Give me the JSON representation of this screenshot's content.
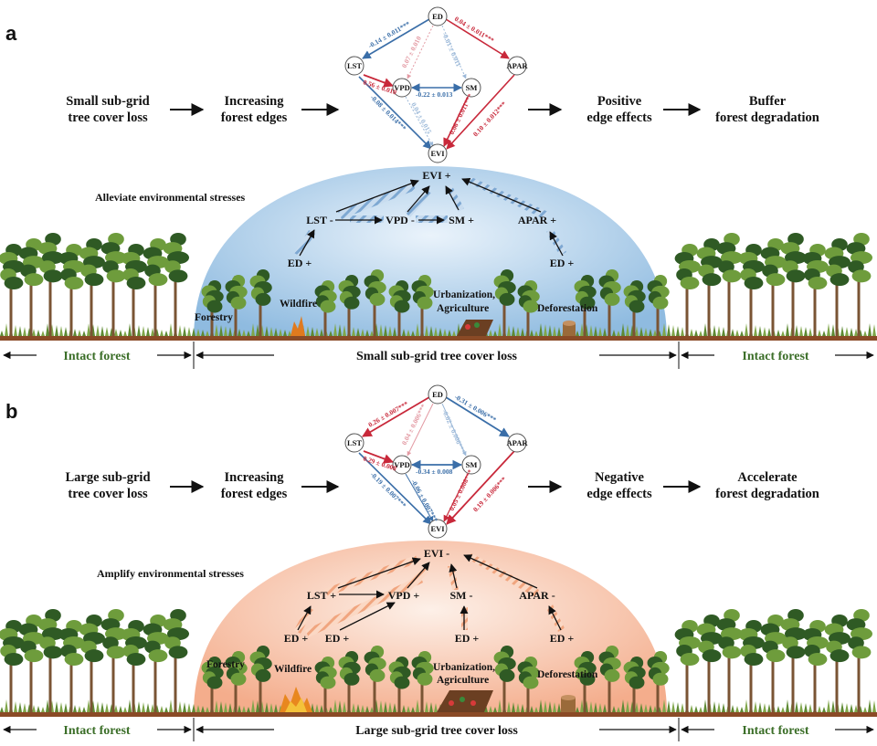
{
  "panels": [
    {
      "letter": "a",
      "flow": {
        "step1": [
          "Small sub-grid",
          "tree cover loss"
        ],
        "step2": [
          "Increasing",
          "forest edges"
        ],
        "step3": [
          "Positive",
          "edge effects"
        ],
        "step4": [
          "Buffer",
          "forest degradation"
        ]
      },
      "nodes": {
        "ed": "ED",
        "lst": "LST",
        "vpd": "VPD",
        "sm": "SM",
        "apar": "APAR",
        "evi": "EVI"
      },
      "coefs": {
        "ed_lst": "-0.14 ± 0.011***",
        "ed_apar": "0.04 ± 0.011***",
        "ed_vpd": "0.07 ± 0.010",
        "ed_sm": "-0.01 ± 0.011",
        "lst_vpd": "0.56 ± 0.010",
        "vpd_sm": "-0.22 ± 0.013",
        "lst_evi": "-0.08 ± 0.014***",
        "vpd_evi": "0.04 ± 0.015",
        "sm_evi": "0.06 ± 0.011***",
        "apar_evi": "0.10 ± 0.012***"
      },
      "mechanism_title": "Alleviate environmental stresses",
      "mech": {
        "evi": "EVI +",
        "lst": "LST -",
        "vpd": "VPD -",
        "sm": "SM +",
        "apar": "APAR +",
        "ed1": "ED +",
        "ed2": "ED +"
      },
      "disturbances": {
        "forestry": "Forestry",
        "wildfire": "Wildfire",
        "urban": [
          "Urbanization,",
          "Agriculture"
        ],
        "deforestation": "Deforestation"
      },
      "intact_left": "Intact forest",
      "loss_label": "Small sub-grid tree cover loss",
      "intact_right": "Intact forest"
    },
    {
      "letter": "b",
      "flow": {
        "step1": [
          "Large sub-grid",
          "tree cover loss"
        ],
        "step2": [
          "Increasing",
          "forest edges"
        ],
        "step3": [
          "Negative",
          "edge effects"
        ],
        "step4": [
          "Accelerate",
          "forest degradation"
        ]
      },
      "nodes": {
        "ed": "ED",
        "lst": "LST",
        "vpd": "VPD",
        "sm": "SM",
        "apar": "APAR",
        "evi": "EVI"
      },
      "coefs": {
        "ed_lst": "0.26 ± 0.007***",
        "ed_apar": "-0.31 ± 0.006***",
        "ed_vpd": "0.04 ± 0.006***",
        "ed_sm": "-0.02 ± 0.006***",
        "lst_vpd": "0.29 ± 0.008",
        "vpd_sm": "-0.34 ± 0.008",
        "lst_evi": "-0.19 ± 0.007***",
        "vpd_evi": "-0.06 ± 0.007***",
        "sm_evi": "0.05 ± 0.008***",
        "apar_evi": "0.19 ± 0.006***"
      },
      "mechanism_title": "Amplify environmental stresses",
      "mech": {
        "evi": "EVI -",
        "lst": "LST +",
        "vpd": "VPD +",
        "sm": "SM -",
        "apar": "APAR -",
        "ed1": "ED +",
        "ed2": "ED +",
        "ed3": "ED +",
        "ed4": "ED +"
      },
      "disturbances": {
        "forestry": "Forestry",
        "wildfire": "Wildfire",
        "urban": [
          "Urbanization,",
          "Agriculture"
        ],
        "deforestation": "Deforestation"
      },
      "intact_left": "Intact forest",
      "loss_label": "Large sub-grid tree cover loss",
      "intact_right": "Intact forest"
    }
  ],
  "colors": {
    "positive": "#c8283a",
    "negative": "#3a6ea8",
    "dome_a": "#9cc4e4",
    "dome_b": "#f6b89a",
    "ground": "#8a4a26",
    "tree_dark": "#2f5a24",
    "tree_light": "#6e9c3c",
    "trunk": "#7a5434"
  }
}
